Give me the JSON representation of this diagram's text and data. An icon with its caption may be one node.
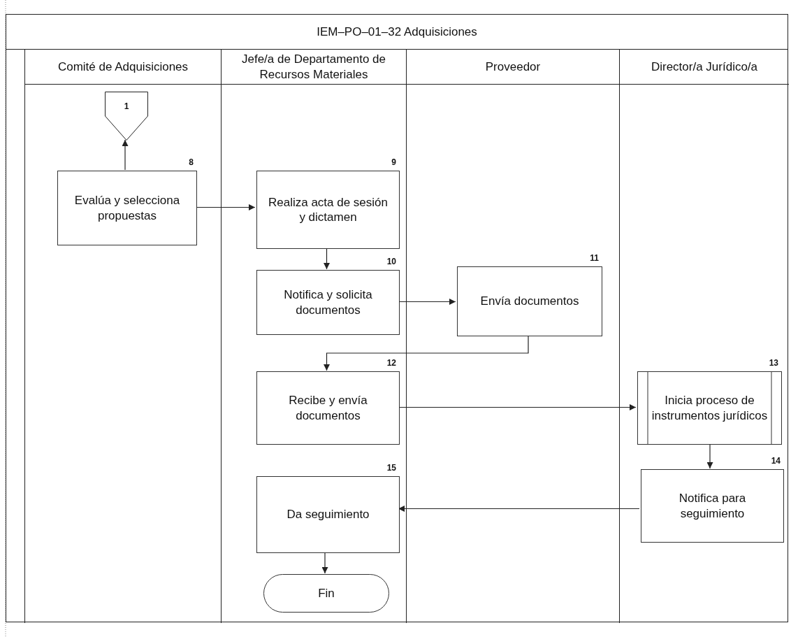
{
  "diagram": {
    "nodes": [
      {
        "text": [
          "IEM–PO–01–32 Adquisiciones"
        ]
      },
      {
        "text": [
          "Comité de Adquisiciones"
        ],
        "in": 0
      },
      {
        "text": [
          "Jefe/a de Departamento de Recursos Materiales"
        ],
        "in": 0
      },
      {
        "text": [
          "Proveedor"
        ],
        "in": 0
      },
      {
        "text": [
          "Director/a Jurídico/a"
        ],
        "in": 0
      },
      {
        "text": [
          "1"
        ],
        "in": 1
      },
      {
        "text": [
          "Evalúa y selecciona propuestas"
        ],
        "beside": [
          "8"
        ],
        "in": 1
      },
      {
        "text": [
          "Realiza acta de sesión y dictamen"
        ],
        "beside": [
          "9"
        ],
        "in": 2
      },
      {
        "text": [
          "Notifica y solicita documentos"
        ],
        "beside": [
          "10"
        ],
        "in": 2
      },
      {
        "text": [
          "Envía documentos"
        ],
        "beside": [
          "11"
        ],
        "in": 3
      },
      {
        "text": [
          "Recibe y envía documentos"
        ],
        "beside": [
          "12"
        ],
        "in": 2
      },
      {
        "text": [
          "Inicia proceso de instrumentos jurídicos"
        ],
        "beside": [
          "13"
        ],
        "in": 4
      },
      {
        "text": [
          "Notifica para seguimiento"
        ],
        "beside": [
          "14"
        ],
        "in": 4
      },
      {
        "text": [
          "Da seguimiento"
        ],
        "beside": [
          "15"
        ],
        "in": 2
      },
      {
        "text": [
          "Fin"
        ],
        "in": 2
      }
    ],
    "edges": [
      {
        "from": 6,
        "to": 5,
        "arrow": "to"
      },
      {
        "from": 6,
        "to": 7,
        "arrow": "to"
      },
      {
        "from": 7,
        "to": 8,
        "arrow": "to"
      },
      {
        "from": 8,
        "to": 9,
        "arrow": "to"
      },
      {
        "from": 9,
        "to": 10,
        "arrow": "to"
      },
      {
        "from": 10,
        "to": 11,
        "arrow": "to"
      },
      {
        "from": 11,
        "to": 12,
        "arrow": "to"
      },
      {
        "from": 12,
        "to": 13,
        "arrow": "to"
      },
      {
        "from": 13,
        "to": 14,
        "arrow": "to"
      }
    ]
  }
}
